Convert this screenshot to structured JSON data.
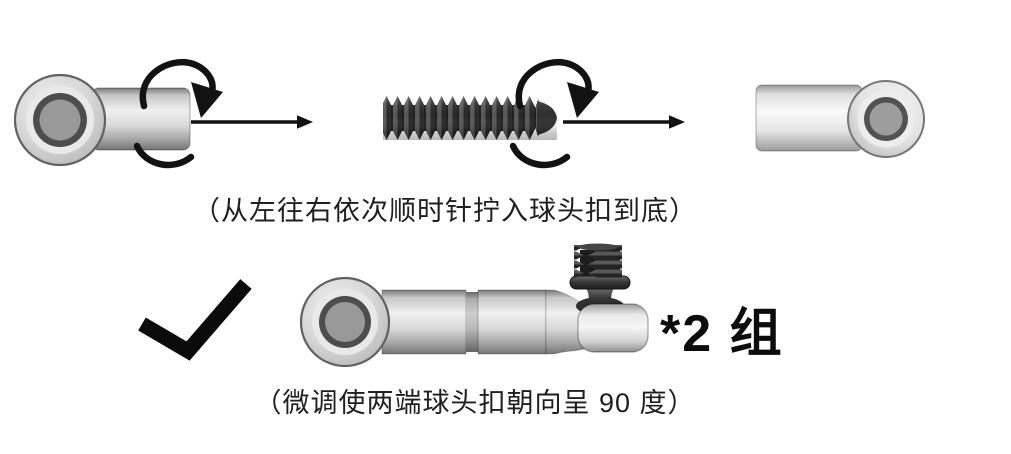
{
  "diagram": {
    "step1": {
      "caption": "（从左往右依次顺时针拧入球头扣到底）"
    },
    "step2": {
      "caption": "（微调使两端球头扣朝向呈 90 度）",
      "quantity_label": "*2 组"
    },
    "icons": {
      "rotate_clockwise": "curved-clockwise-rotation-arrow",
      "arrow_right": "straight-right-arrow",
      "check": "checkmark"
    },
    "colors": {
      "background": "#ffffff",
      "text": "#1f1f1f",
      "ink": "#121212",
      "dark_metal": "#2e2e2e",
      "light_metal": "#d9d9d9"
    }
  }
}
